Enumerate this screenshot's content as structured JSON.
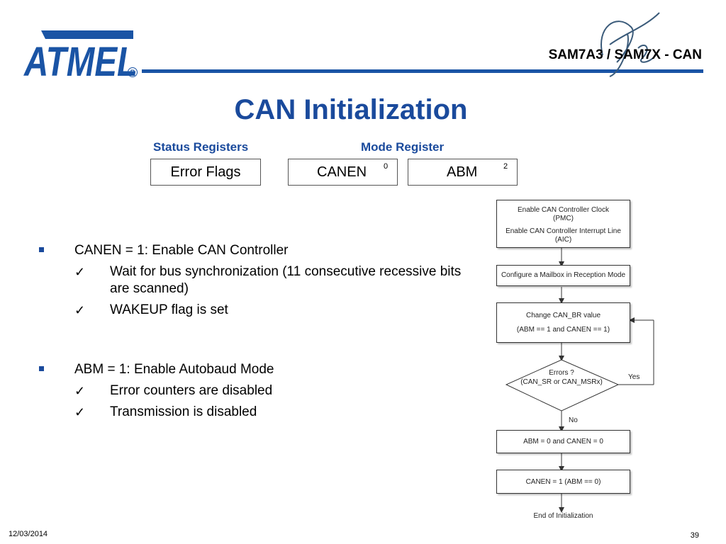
{
  "header": {
    "logo_text": "ATMEL",
    "doc_title": "SAM7A3 / SAM7X -  CAN"
  },
  "slide": {
    "title": "CAN Initialization",
    "status_caption": "Status Registers",
    "mode_caption": "Mode Register",
    "registers": [
      {
        "label": "Error Flags",
        "bit": ""
      },
      {
        "label": "CANEN",
        "bit": "0"
      },
      {
        "label": "ABM",
        "bit": "2"
      }
    ]
  },
  "bullets": {
    "canen": {
      "text": "CANEN = 1: Enable CAN Controller",
      "subs": [
        "Wait for bus synchronization (11 consecutive recessive bits are scanned)",
        "WAKEUP flag is set"
      ]
    },
    "abm": {
      "text": "ABM = 1: Enable Autobaud Mode",
      "subs": [
        "Error counters are disabled",
        "Transmission is disabled"
      ]
    },
    "check_glyph": "✓"
  },
  "flowchart": {
    "step1_line1": "Enable CAN Controller Clock",
    "step1_line2": "(PMC)",
    "step1_line3": "Enable CAN Controller Interrupt Line",
    "step1_line4": "(AIC)",
    "step2": "Configure a Mailbox in Reception Mode",
    "step3_line1": "Change CAN_BR value",
    "step3_line2": "(ABM == 1 and CANEN == 1)",
    "decision_line1": "Errors ?",
    "decision_line2": "(CAN_SR or CAN_MSRx)",
    "yes_label": "Yes",
    "no_label": "No",
    "step4": "ABM = 0 and CANEN = 0",
    "step5": "CANEN = 1 (ABM ==  0)",
    "end": "End of Initialization"
  },
  "footer": {
    "date": "12/03/2014",
    "page": "39"
  },
  "colors": {
    "brand_blue": "#1a54a5",
    "title_blue": "#1a4a9c"
  }
}
